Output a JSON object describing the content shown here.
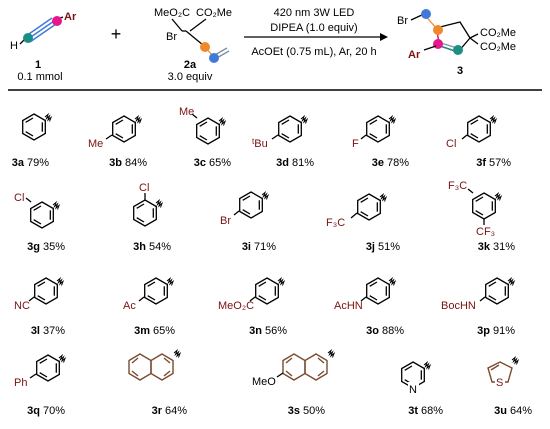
{
  "scheme": {
    "alkyne": {
      "substituent": "Ar",
      "h": "H",
      "number": "1",
      "amount": "0.1 mmol"
    },
    "plus": "+",
    "bromide": {
      "ester1": "MeO₂C",
      "ester2": "CO₂Me",
      "br": "Br",
      "number": "2a",
      "amount": "3.0 equiv"
    },
    "conditions": {
      "line1": "420 nm 3W LED",
      "line2": "DIPEA (1.0 equiv)",
      "line3": "AcOEt (0.75 mL), Ar, 20 h"
    },
    "product": {
      "br": "Br",
      "ar": "Ar",
      "ester1": "CO₂Me",
      "ester2": "CO₂Me",
      "number": "3"
    }
  },
  "colors": {
    "magenta": "#e6178c",
    "orange": "#f0892c",
    "teal": "#1b8f86",
    "blue": "#3f7ad8",
    "gray": "#7a8fa0",
    "substituent": "#7a1212",
    "ring_highlight": "#7a4a30"
  },
  "entries": [
    {
      "id": "3a",
      "yield": "79%"
    },
    {
      "id": "3b",
      "yield": "84%",
      "substituent": "Me"
    },
    {
      "id": "3c",
      "yield": "65%",
      "substituent": "Me"
    },
    {
      "id": "3d",
      "yield": "81%",
      "substituent_prefix": "t",
      "substituent": "Bu"
    },
    {
      "id": "3e",
      "yield": "78%",
      "substituent": "F"
    },
    {
      "id": "3f",
      "yield": "57%",
      "substituent": "Cl"
    },
    {
      "id": "3g",
      "yield": "35%",
      "substituent": "Cl"
    },
    {
      "id": "3h",
      "yield": "54%",
      "substituent": "Cl"
    },
    {
      "id": "3i",
      "yield": "71%",
      "substituent": "Br"
    },
    {
      "id": "3j",
      "yield": "51%",
      "substituent": "F₃C"
    },
    {
      "id": "3k",
      "yield": "31%",
      "substituent": "F₃C",
      "substituent2": "CF₃"
    },
    {
      "id": "3l",
      "yield": "37%",
      "substituent": "NC"
    },
    {
      "id": "3m",
      "yield": "65%",
      "substituent": "Ac"
    },
    {
      "id": "3n",
      "yield": "56%",
      "substituent": "MeO₂C"
    },
    {
      "id": "3o",
      "yield": "88%",
      "substituent": "AcHN"
    },
    {
      "id": "3p",
      "yield": "91%",
      "substituent": "BocHN"
    },
    {
      "id": "3q",
      "yield": "70%",
      "substituent": "Ph"
    },
    {
      "id": "3r",
      "yield": "64%"
    },
    {
      "id": "3s",
      "yield": "50%",
      "substituent": "MeO"
    },
    {
      "id": "3t",
      "yield": "68%",
      "heteroatom": "N"
    },
    {
      "id": "3u",
      "yield": "64%",
      "heteroatom": "S"
    }
  ]
}
